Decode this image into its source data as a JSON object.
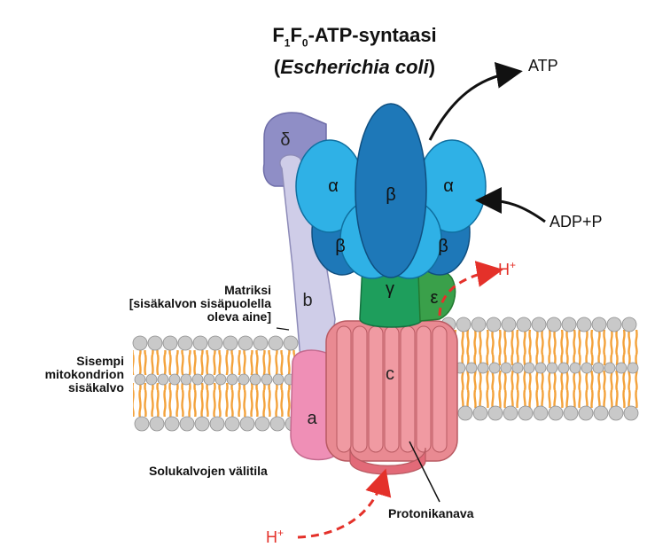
{
  "title": {
    "line1_prefix": "F",
    "line1_sub1": "1",
    "line1_mid": "F",
    "line1_sub2": "0",
    "line1_suffix": "-ATP-syntaasi",
    "line2_open": "(",
    "line2_italic": "Escherichia coli",
    "line2_close": ")"
  },
  "labels": {
    "atp": "ATP",
    "adp": "ADP+P",
    "h_plus_top": "H",
    "h_plus_top_sup": "+",
    "h_plus_bottom": "H",
    "h_plus_bottom_sup": "+",
    "matrix": "Matriksi\n[sisäkalvon sisäpuolella\noleva aine]",
    "inner_membrane": "Sisempi\nmitokondrion\nsisäkalvo",
    "intermembrane": "Solukalvojen välitila",
    "proton_channel": "Protonikanava"
  },
  "subunits": {
    "delta": "δ",
    "alpha_left": "α",
    "beta_center": "β",
    "alpha_right": "α",
    "beta_left": "β",
    "beta_right": "β",
    "gamma": "γ",
    "epsilon": "ε",
    "b": "b",
    "c": "c",
    "a": "a"
  },
  "colors": {
    "delta": "#8f8ec6",
    "b_subunit": "#cfcde8",
    "alpha": "#2fb1e6",
    "beta": "#1e78b8",
    "gamma": "#1e9e5c",
    "epsilon": "#3aa04a",
    "c_ring": "#e98a92",
    "a_subunit": "#ef8fb6",
    "lipid_head": "#c9c9c9",
    "lipid_tail": "#f3a23b",
    "proton_arrow": "#e4312a"
  }
}
